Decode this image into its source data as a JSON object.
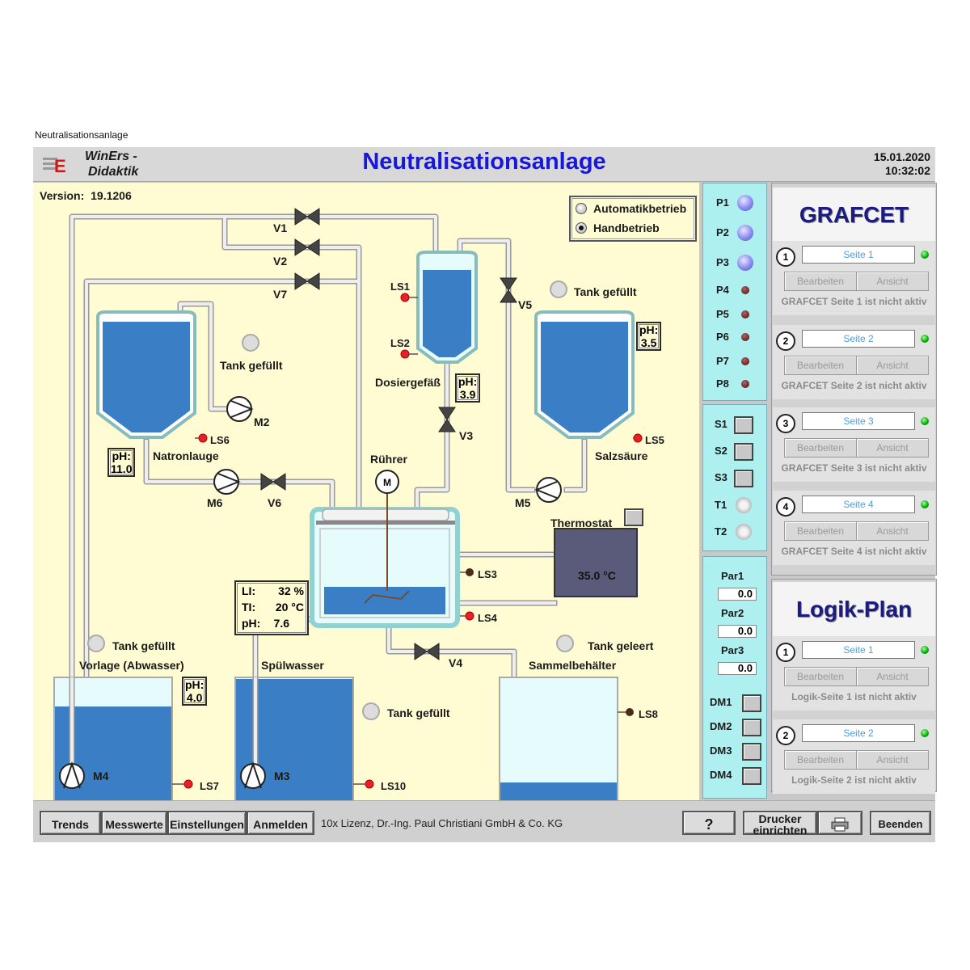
{
  "window_title": "Neutralisationsanlage",
  "header": {
    "brand_line1": "WinErs -",
    "brand_line2": "Didaktik",
    "title": "Neutralisationsanlage",
    "date": "15.01.2020",
    "time": "10:32:02"
  },
  "plant": {
    "version_label": "Version:",
    "version": "19.1206",
    "modes": {
      "auto": "Automatikbetrieb",
      "hand": "Handbetrieb"
    },
    "valves": {
      "v1": "V1",
      "v2": "V2",
      "v7": "V7",
      "v5": "V5",
      "v3": "V3",
      "v6": "V6",
      "v4": "V4"
    },
    "motors": {
      "m2": "M2",
      "m6": "M6",
      "m5": "M5",
      "m4": "M4",
      "m3": "M3",
      "stirrer": "M"
    },
    "sensors": {
      "ls1": "LS1",
      "ls2": "LS2",
      "ls3": "LS3",
      "ls4": "LS4",
      "ls5": "LS5",
      "ls6": "LS6",
      "ls7": "LS7",
      "ls8": "LS8",
      "ls10": "LS10"
    },
    "labels": {
      "natronlauge": "Natronlauge",
      "salzsaeure": "Salzsäure",
      "dosiergefaess": "Dosiergefäß",
      "ruehrer": "Rührer",
      "thermostat": "Thermostat",
      "vorlage": "Vorlage (Abwasser)",
      "spuelwasser": "Spülwasser",
      "sammelbehaelter": "Sammelbehälter",
      "tank_full": "Tank gefüllt",
      "tank_empty": "Tank geleert"
    },
    "ph_label": "pH:",
    "ph": {
      "natronlauge": "11.0",
      "salzsaeure": "3.5",
      "dosier": "3.9",
      "vorlage": "4.0"
    },
    "reactor": {
      "li_label": "LI:",
      "li": "32 %",
      "ti_label": "TI:",
      "ti": "20 °C",
      "ph_label": "pH:",
      "ph": "7.6"
    },
    "thermostat_temp": "35.0 °C",
    "levels": {
      "natronlauge": 0.85,
      "salzsaeure": 0.85,
      "dosier": 0.85,
      "reactor": 0.32,
      "vorlage": 0.8,
      "spuelwasser": 1.0,
      "sammel": 0.15
    }
  },
  "io": {
    "p": [
      "P1",
      "P2",
      "P3",
      "P4",
      "P5",
      "P6",
      "P7",
      "P8"
    ],
    "s": [
      "S1",
      "S2",
      "S3"
    ],
    "t": [
      "T1",
      "T2"
    ],
    "par": [
      {
        "label": "Par1",
        "value": "0.0"
      },
      {
        "label": "Par2",
        "value": "0.0"
      },
      {
        "label": "Par3",
        "value": "0.0"
      }
    ],
    "dm": [
      "DM1",
      "DM2",
      "DM3",
      "DM4"
    ]
  },
  "grafcet": {
    "title": "GRAFCET",
    "edit": "Bearbeiten",
    "view": "Ansicht",
    "pages": [
      {
        "n": "1",
        "name": "Seite 1",
        "status": "GRAFCET Seite 1 ist nicht aktiv"
      },
      {
        "n": "2",
        "name": "Seite 2",
        "status": "GRAFCET Seite 2 ist nicht aktiv"
      },
      {
        "n": "3",
        "name": "Seite 3",
        "status": "GRAFCET Seite 3 ist nicht aktiv"
      },
      {
        "n": "4",
        "name": "Seite 4",
        "status": "GRAFCET Seite 4 ist nicht aktiv"
      }
    ]
  },
  "logik": {
    "title": "Logik-Plan",
    "edit": "Bearbeiten",
    "view": "Ansicht",
    "pages": [
      {
        "n": "1",
        "name": "Seite 1",
        "status": "Logik-Seite 1 ist nicht aktiv"
      },
      {
        "n": "2",
        "name": "Seite 2",
        "status": "Logik-Seite 2 ist nicht aktiv"
      }
    ]
  },
  "footer": {
    "trends": "Trends",
    "messwerte": "Messwerte",
    "einstellungen": "Einstellungen",
    "anmelden": "Anmelden",
    "license": "10x Lizenz, Dr.-Ing. Paul Christiani GmbH & Co. KG",
    "help": "?",
    "printer_line1": "Drucker",
    "printer_line2": "einrichten",
    "print_icon": "printer-icon",
    "quit": "Beenden"
  }
}
